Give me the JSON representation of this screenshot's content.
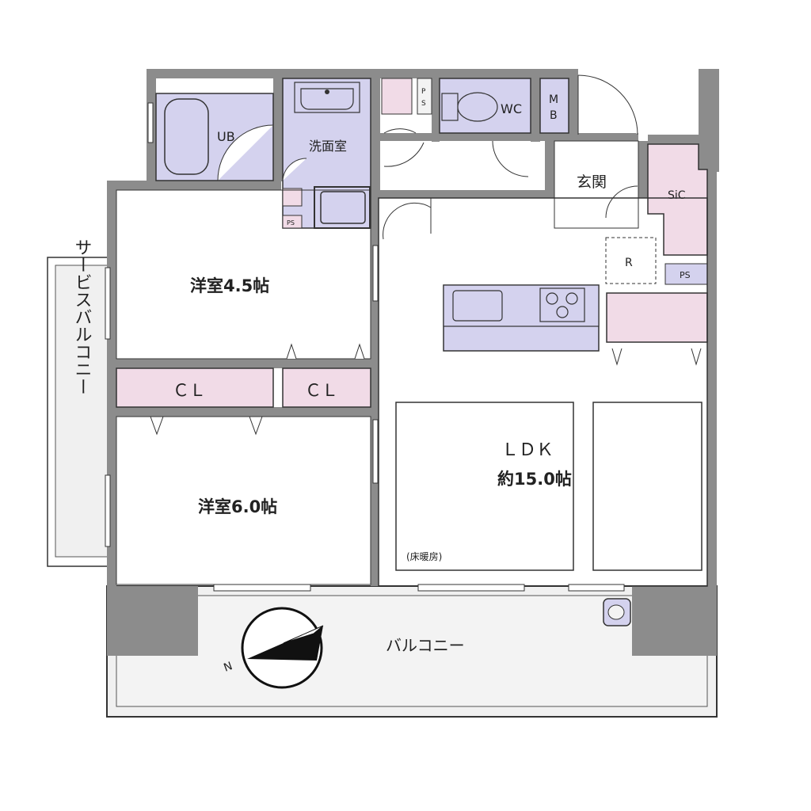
{
  "rooms": {
    "ub": "UB",
    "washroom": "洗面室",
    "wc": "WC",
    "mb_top": "M",
    "mb_bottom": "B",
    "ps_top_a": "P",
    "ps_top_b": "S",
    "entrance": "玄関",
    "sic": "SiC",
    "r": "R",
    "ps_right": "PS",
    "ps_small": "PS",
    "western1": "洋室4.5帖",
    "western2": "洋室6.0帖",
    "cl1": "ＣＬ",
    "cl2": "ＣＬ",
    "service_balcony": "サービスバルコニー",
    "ldk_title": "ＬＤＫ",
    "ldk_size": "約15.0帖",
    "floor_heating": "(床暖房)",
    "balcony": "バルコニー",
    "north": "N"
  },
  "colors": {
    "wall": "#8c8c8c",
    "fixture": "#d4d2ee",
    "storage": "#f1dbe7",
    "balcony_floor": "#f0f0f0",
    "line": "#333333"
  }
}
